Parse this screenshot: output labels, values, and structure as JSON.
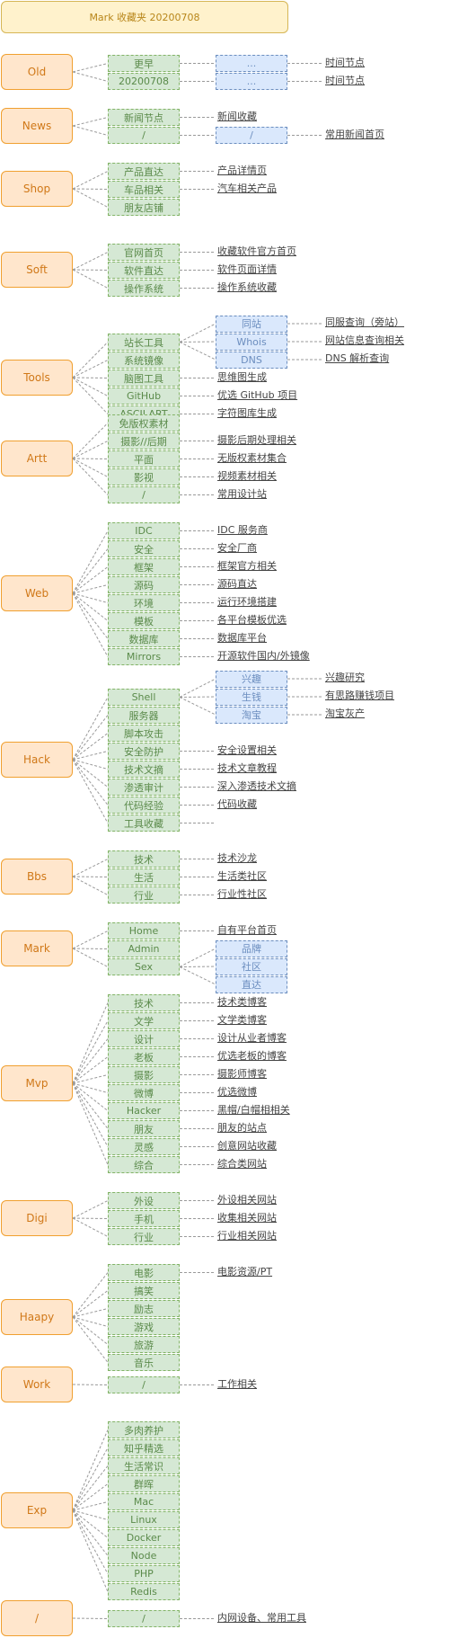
{
  "title": "Mark 收藏夹  20200708",
  "categories": [
    {
      "name": "Old",
      "items": [
        {
          "label": "更早",
          "ext": "...",
          "leaves": [
            "时间节点"
          ]
        },
        {
          "label": "20200708",
          "ext": "...",
          "leaves": [
            "时间节点"
          ]
        }
      ]
    },
    {
      "name": "News",
      "items": [
        {
          "label": "新闻节点",
          "leaves": [
            "新闻收藏"
          ]
        },
        {
          "label": "/",
          "ext": "/",
          "leaves": [
            "常用新闻首页"
          ]
        }
      ]
    },
    {
      "name": "Shop",
      "items": [
        {
          "label": "产品直达",
          "leaves": [
            "产品详情页"
          ]
        },
        {
          "label": "车品相关",
          "leaves": [
            "汽车相关产品"
          ]
        },
        {
          "label": "朋友店铺",
          "leaves": []
        }
      ]
    },
    {
      "name": "Soft",
      "items": [
        {
          "label": "官网首页",
          "leaves": [
            "收藏软件官方首页"
          ]
        },
        {
          "label": "软件直达",
          "leaves": [
            "软件页面详情"
          ]
        },
        {
          "label": "操作系统",
          "leaves": [
            "操作系统收藏"
          ]
        }
      ]
    },
    {
      "name": "Tools",
      "items": [
        {
          "label": "站长工具",
          "exts": [
            {
              "label": "同站",
              "leaf": "同服查询（旁站）"
            },
            {
              "label": "Whois",
              "leaf": "网站信息查询相关"
            },
            {
              "label": "DNS",
              "leaf": "DNS 解析查询"
            }
          ]
        },
        {
          "label": "系统镜像",
          "leaves": []
        },
        {
          "label": "脑图工具",
          "leaves": [
            "思维图生成"
          ]
        },
        {
          "label": "GitHub",
          "leaves": [
            "优选 GitHub 项目"
          ]
        },
        {
          "label": "ASCII ART",
          "leaves": [
            "字符图库生成"
          ]
        }
      ]
    },
    {
      "name": "Artt",
      "items": [
        {
          "label": "免版权素材",
          "leaves": []
        },
        {
          "label": "摄影//后期",
          "leaves": [
            "摄影后期处理相关"
          ]
        },
        {
          "label": "平面",
          "leaves": [
            "无版权素材集合"
          ]
        },
        {
          "label": "影视",
          "leaves": [
            "视频素材相关"
          ]
        },
        {
          "label": "/",
          "leaves": [
            "常用设计站"
          ]
        }
      ]
    },
    {
      "name": "Web",
      "items": [
        {
          "label": "IDC",
          "leaves": [
            "IDC 服务商"
          ]
        },
        {
          "label": "安全",
          "leaves": [
            "安全厂商"
          ]
        },
        {
          "label": "框架",
          "leaves": [
            "框架官方相关"
          ]
        },
        {
          "label": "源码",
          "leaves": [
            "源码直达"
          ]
        },
        {
          "label": "环境",
          "leaves": [
            "运行环境搭建"
          ]
        },
        {
          "label": "模板",
          "leaves": [
            "各平台模板优选"
          ]
        },
        {
          "label": "数据库",
          "leaves": [
            "数据库平台"
          ]
        },
        {
          "label": "Mirrors",
          "leaves": [
            "开源软件国内/外镜像"
          ]
        }
      ]
    },
    {
      "name": "Hack",
      "items": [
        {
          "label": "Shell",
          "exts": [
            {
              "label": "兴趣",
              "leaf": "兴趣研究"
            },
            {
              "label": "生钱",
              "leaf": "有思路赚钱项目"
            },
            {
              "label": "淘宝",
              "leaf": "淘宝灰产"
            }
          ]
        },
        {
          "label": "服务器",
          "leaves": []
        },
        {
          "label": "脚本攻击",
          "leaves": []
        },
        {
          "label": "安全防护",
          "leaves": [
            "安全设置相关"
          ]
        },
        {
          "label": "技术文摘",
          "leaves": [
            "技术文章教程"
          ]
        },
        {
          "label": "渗透审计",
          "leaves": [
            "深入渗透技术文摘"
          ]
        },
        {
          "label": "代码经验",
          "leaves": [
            "代码收藏"
          ]
        },
        {
          "label": "工具收藏",
          "leaves": [
            ""
          ]
        }
      ]
    },
    {
      "name": "Bbs",
      "items": [
        {
          "label": "技术",
          "leaves": [
            "技术沙龙"
          ]
        },
        {
          "label": "生活",
          "leaves": [
            "生活类社区"
          ]
        },
        {
          "label": "行业",
          "leaves": [
            "行业性社区"
          ]
        }
      ]
    },
    {
      "name": "Mark",
      "items": [
        {
          "label": "Home",
          "leaves": [
            "自有平台首页"
          ]
        },
        {
          "label": "Admin",
          "leaves": []
        },
        {
          "label": "Sex",
          "exts": [
            {
              "label": "品牌"
            },
            {
              "label": "社区"
            },
            {
              "label": "直达"
            }
          ]
        }
      ]
    },
    {
      "name": "Mvp",
      "items": [
        {
          "label": "技术",
          "leaves": [
            "技术类博客"
          ]
        },
        {
          "label": "文学",
          "leaves": [
            "文学类博客"
          ]
        },
        {
          "label": "设计",
          "leaves": [
            "设计从业者博客"
          ]
        },
        {
          "label": "老板",
          "leaves": [
            "优选老板的博客"
          ]
        },
        {
          "label": "摄影",
          "leaves": [
            "摄影师博客"
          ]
        },
        {
          "label": "微博",
          "leaves": [
            "优选微博"
          ]
        },
        {
          "label": "Hacker",
          "leaves": [
            "黑帽/白帽相相关"
          ]
        },
        {
          "label": "朋友",
          "leaves": [
            "朋友的站点"
          ]
        },
        {
          "label": "灵感",
          "leaves": [
            "创意网站收藏"
          ]
        },
        {
          "label": "综合",
          "leaves": [
            "综合类网站"
          ]
        }
      ]
    },
    {
      "name": "Digi",
      "items": [
        {
          "label": "外设",
          "leaves": [
            "外设相关网站"
          ]
        },
        {
          "label": "手机",
          "leaves": [
            "收集相关网站"
          ]
        },
        {
          "label": "行业",
          "leaves": [
            "行业相关网站"
          ]
        }
      ]
    },
    {
      "name": "Haapy",
      "items": [
        {
          "label": "电影",
          "leaves": [
            "电影资源/PT"
          ]
        },
        {
          "label": "搞笑",
          "leaves": []
        },
        {
          "label": "励志",
          "leaves": []
        },
        {
          "label": "游戏",
          "leaves": []
        },
        {
          "label": "旅游",
          "leaves": []
        },
        {
          "label": "音乐",
          "leaves": []
        }
      ]
    },
    {
      "name": "Work",
      "items": [
        {
          "label": "/",
          "leaves": [
            "工作相关"
          ]
        }
      ]
    },
    {
      "name": "Exp",
      "items": [
        {
          "label": "多肉养护",
          "leaves": []
        },
        {
          "label": "知乎精选",
          "leaves": []
        },
        {
          "label": "生活常识",
          "leaves": []
        },
        {
          "label": "群晖",
          "leaves": []
        },
        {
          "label": "Mac",
          "leaves": []
        },
        {
          "label": "Linux",
          "leaves": []
        },
        {
          "label": "Docker",
          "leaves": []
        },
        {
          "label": "Node",
          "leaves": []
        },
        {
          "label": "PHP",
          "leaves": []
        },
        {
          "label": "Redis",
          "leaves": []
        }
      ]
    },
    {
      "name": "/",
      "items": [
        {
          "label": "/",
          "leaves": [
            "内网设备、常用工具"
          ]
        }
      ]
    }
  ]
}
